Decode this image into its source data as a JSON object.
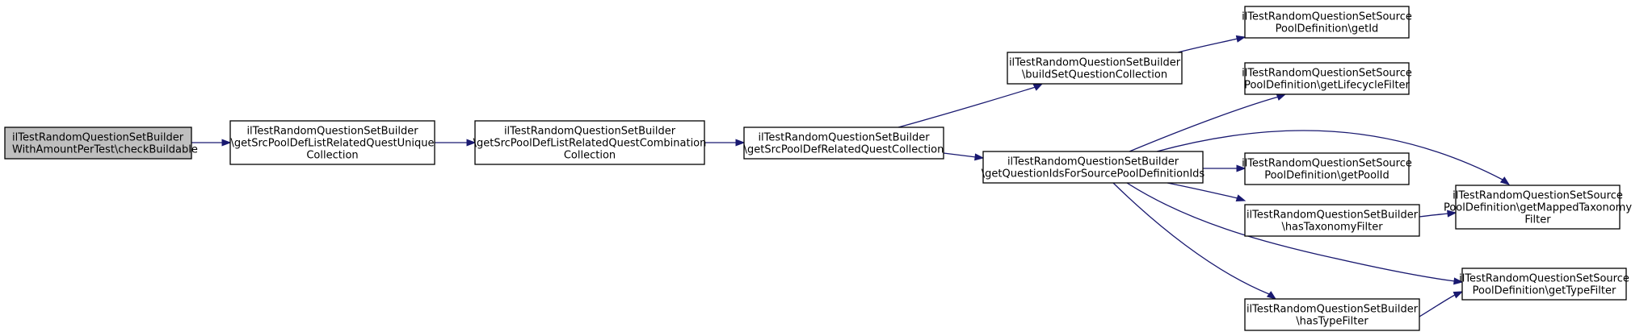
{
  "nodes": [
    {
      "id": "check_buildable",
      "root": true,
      "lines": [
        "ilTestRandomQuestionSetBuilder",
        "WithAmountPerTest\\checkBuildable"
      ]
    },
    {
      "id": "get_src_unique",
      "lines": [
        "ilTestRandomQuestionSetBuilder",
        "\\getSrcPoolDefListRelatedQuestUnique",
        "Collection"
      ]
    },
    {
      "id": "get_src_combination",
      "lines": [
        "ilTestRandomQuestionSetBuilder",
        "\\getSrcPoolDefListRelatedQuestCombination",
        "Collection"
      ]
    },
    {
      "id": "get_src_related",
      "lines": [
        "ilTestRandomQuestionSetBuilder",
        "\\getSrcPoolDefRelatedQuestCollection"
      ]
    },
    {
      "id": "build_set",
      "lines": [
        "ilTestRandomQuestionSetBuilder",
        "\\buildSetQuestionCollection"
      ]
    },
    {
      "id": "get_question_ids",
      "lines": [
        "ilTestRandomQuestionSetBuilder",
        "\\getQuestionIdsForSourcePoolDefinitionIds"
      ]
    },
    {
      "id": "get_id",
      "lines": [
        "ilTestRandomQuestionSetSource",
        "PoolDefinition\\getId"
      ]
    },
    {
      "id": "get_lifecycle",
      "lines": [
        "ilTestRandomQuestionSetSource",
        "PoolDefinition\\getLifecycleFilter"
      ]
    },
    {
      "id": "get_pool_id",
      "lines": [
        "ilTestRandomQuestionSetSource",
        "PoolDefinition\\getPoolId"
      ]
    },
    {
      "id": "has_taxonomy",
      "lines": [
        "ilTestRandomQuestionSetBuilder",
        "\\hasTaxonomyFilter"
      ]
    },
    {
      "id": "has_type",
      "lines": [
        "ilTestRandomQuestionSetBuilder",
        "\\hasTypeFilter"
      ]
    },
    {
      "id": "get_mapped_tax",
      "lines": [
        "ilTestRandomQuestionSetSource",
        "PoolDefinition\\getMappedTaxonomy",
        "Filter"
      ]
    },
    {
      "id": "get_type_filter",
      "lines": [
        "ilTestRandomQuestionSetSource",
        "PoolDefinition\\getTypeFilter"
      ]
    }
  ],
  "edges": [
    {
      "from": "check_buildable",
      "to": "get_src_unique"
    },
    {
      "from": "get_src_unique",
      "to": "get_src_combination"
    },
    {
      "from": "get_src_combination",
      "to": "get_src_related"
    },
    {
      "from": "get_src_related",
      "to": "build_set"
    },
    {
      "from": "get_src_related",
      "to": "get_question_ids"
    },
    {
      "from": "build_set",
      "to": "get_id"
    },
    {
      "from": "get_question_ids",
      "to": "get_lifecycle"
    },
    {
      "from": "get_question_ids",
      "to": "get_mapped_tax"
    },
    {
      "from": "get_question_ids",
      "to": "get_pool_id"
    },
    {
      "from": "get_question_ids",
      "to": "has_taxonomy"
    },
    {
      "from": "get_question_ids",
      "to": "get_type_filter"
    },
    {
      "from": "get_question_ids",
      "to": "has_type"
    },
    {
      "from": "has_taxonomy",
      "to": "get_mapped_tax"
    },
    {
      "from": "has_type",
      "to": "get_type_filter"
    }
  ]
}
